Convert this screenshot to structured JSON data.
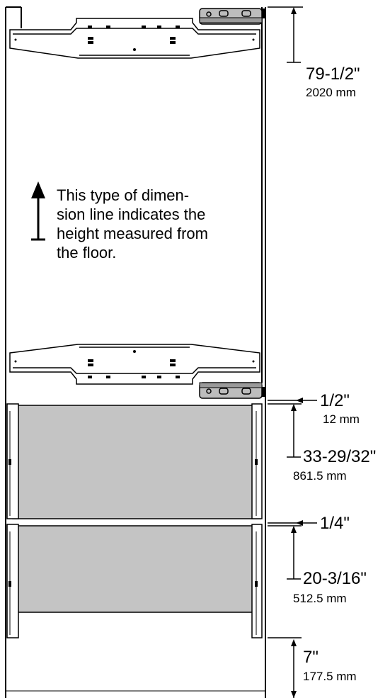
{
  "dimensions": [
    {
      "name": "total-height",
      "imperial": "79-1/2\"",
      "metric": "2020 mm"
    },
    {
      "name": "upper-gap",
      "imperial": "1/2\"",
      "metric": "12 mm"
    },
    {
      "name": "upper-drawer-height",
      "imperial": "33-29/32\"",
      "metric": "861.5 mm"
    },
    {
      "name": "middle-gap",
      "imperial": "1/4\""
    },
    {
      "name": "lower-drawer-height",
      "imperial": "20-3/16\"",
      "metric": "512.5 mm"
    },
    {
      "name": "toe-kick-height",
      "imperial": "7\"",
      "metric": "177.5 mm"
    }
  ],
  "legend_note": {
    "lines": [
      "This type of dimen-",
      "sion line indicates the",
      "height measured from",
      "the floor."
    ]
  },
  "colors": {
    "drawer_panel": "#c4c4c4",
    "hinge": "#bdbdbd",
    "line": "#000000"
  }
}
